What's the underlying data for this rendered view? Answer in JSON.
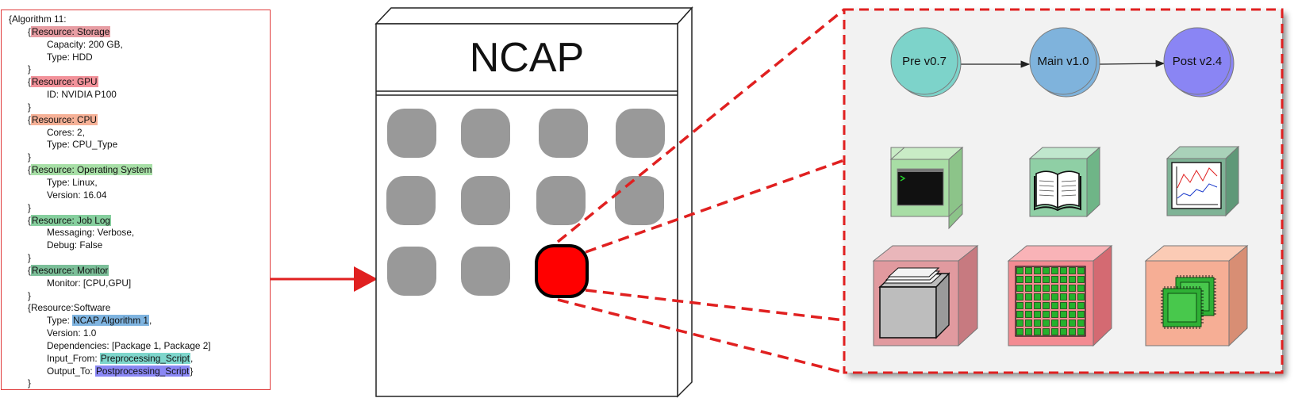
{
  "code": {
    "lines": [
      {
        "indent": 0,
        "parts": [
          {
            "text": "{Algorithm 11:"
          }
        ]
      },
      {
        "indent": 1,
        "parts": [
          {
            "text": "{"
          },
          {
            "text": "Resource: Storage",
            "highlight": "#e79da3"
          }
        ]
      },
      {
        "indent": 2,
        "parts": [
          {
            "text": "Capacity: 200 GB,"
          }
        ]
      },
      {
        "indent": 2,
        "parts": [
          {
            "text": "Type: HDD"
          }
        ]
      },
      {
        "indent": 1,
        "parts": [
          {
            "text": "}"
          }
        ]
      },
      {
        "indent": 1,
        "parts": [
          {
            "text": "{"
          },
          {
            "text": "Resource: GPU",
            "highlight": "#f2929a"
          }
        ]
      },
      {
        "indent": 2,
        "parts": [
          {
            "text": "ID: NVIDIA P100"
          }
        ]
      },
      {
        "indent": 1,
        "parts": [
          {
            "text": "}"
          }
        ]
      },
      {
        "indent": 1,
        "parts": [
          {
            "text": "{"
          },
          {
            "text": "Resource: CPU",
            "highlight": "#f6b197"
          }
        ]
      },
      {
        "indent": 2,
        "parts": [
          {
            "text": "Cores: 2,"
          }
        ]
      },
      {
        "indent": 2,
        "parts": [
          {
            "text": "Type: CPU_Type"
          }
        ]
      },
      {
        "indent": 1,
        "parts": [
          {
            "text": "}"
          }
        ]
      },
      {
        "indent": 1,
        "parts": [
          {
            "text": "{"
          },
          {
            "text": "Resource: Operating System",
            "highlight": "#a7dfa6"
          }
        ]
      },
      {
        "indent": 2,
        "parts": [
          {
            "text": "Type: Linux,"
          }
        ]
      },
      {
        "indent": 2,
        "parts": [
          {
            "text": "Version: 16.04"
          }
        ]
      },
      {
        "indent": 1,
        "parts": [
          {
            "text": "}"
          }
        ]
      },
      {
        "indent": 1,
        "parts": [
          {
            "text": "{"
          },
          {
            "text": "Resource: Job Log",
            "highlight": "#86cf9e"
          }
        ]
      },
      {
        "indent": 2,
        "parts": [
          {
            "text": "Messaging: Verbose,"
          }
        ]
      },
      {
        "indent": 2,
        "parts": [
          {
            "text": "Debug: False"
          }
        ]
      },
      {
        "indent": 1,
        "parts": [
          {
            "text": "}"
          }
        ]
      },
      {
        "indent": 1,
        "parts": [
          {
            "text": "{"
          },
          {
            "text": "Resource: Monitor",
            "highlight": "#7cbf99"
          }
        ]
      },
      {
        "indent": 2,
        "parts": [
          {
            "text": "Monitor: [CPU,GPU]"
          }
        ]
      },
      {
        "indent": 1,
        "parts": [
          {
            "text": "}"
          }
        ]
      },
      {
        "indent": 1,
        "parts": [
          {
            "text": "{Resource:Software"
          }
        ]
      },
      {
        "indent": 2,
        "parts": [
          {
            "text": "Type: "
          },
          {
            "text": "NCAP Algorithm 1",
            "highlight": "#7fb4e0"
          },
          {
            "text": ","
          }
        ]
      },
      {
        "indent": 2,
        "parts": [
          {
            "text": "Version: 1.0"
          }
        ]
      },
      {
        "indent": 2,
        "parts": [
          {
            "text": "Dependencies: [Package 1, Package 2]"
          }
        ]
      },
      {
        "indent": 2,
        "parts": [
          {
            "text": "Input_From: "
          },
          {
            "text": "Preprocessing_Script",
            "highlight": "#7ed6cc"
          },
          {
            "text": ","
          }
        ]
      },
      {
        "indent": 2,
        "parts": [
          {
            "text": "Output_To: "
          },
          {
            "text": "Postprocessing_Script",
            "highlight": "#8a87f4"
          },
          {
            "text": "}"
          }
        ]
      },
      {
        "indent": 1,
        "parts": [
          {
            "text": "}"
          }
        ]
      }
    ]
  },
  "ncap": {
    "title": "NCAP",
    "slot_grid": {
      "rows": 3,
      "cols": 4,
      "slots_in_last_row": 3,
      "selected_slot": [
        2,
        2
      ]
    },
    "colors": {
      "slot": "#999999",
      "selected": "#ff0000",
      "box_edge": "#222222"
    }
  },
  "pipeline": {
    "stages": [
      {
        "label": "Pre v0.7",
        "color": "#7dd3ca"
      },
      {
        "label": "Main v1.0",
        "color": "#7fb3dc"
      },
      {
        "label": "Post v2.4",
        "color": "#8a85f4"
      }
    ]
  },
  "resource_icons": [
    {
      "name": "terminal",
      "color": "#a8dda5"
    },
    {
      "name": "book",
      "color": "#8fcfa5"
    },
    {
      "name": "chart",
      "color": "#7fb396"
    },
    {
      "name": "storage",
      "color": "#e19a9f"
    },
    {
      "name": "gpu",
      "color": "#f38b92"
    },
    {
      "name": "cpu",
      "color": "#f6ae95"
    }
  ],
  "colors": {
    "accent": "#e02020",
    "code_border": "#e03a3a"
  }
}
